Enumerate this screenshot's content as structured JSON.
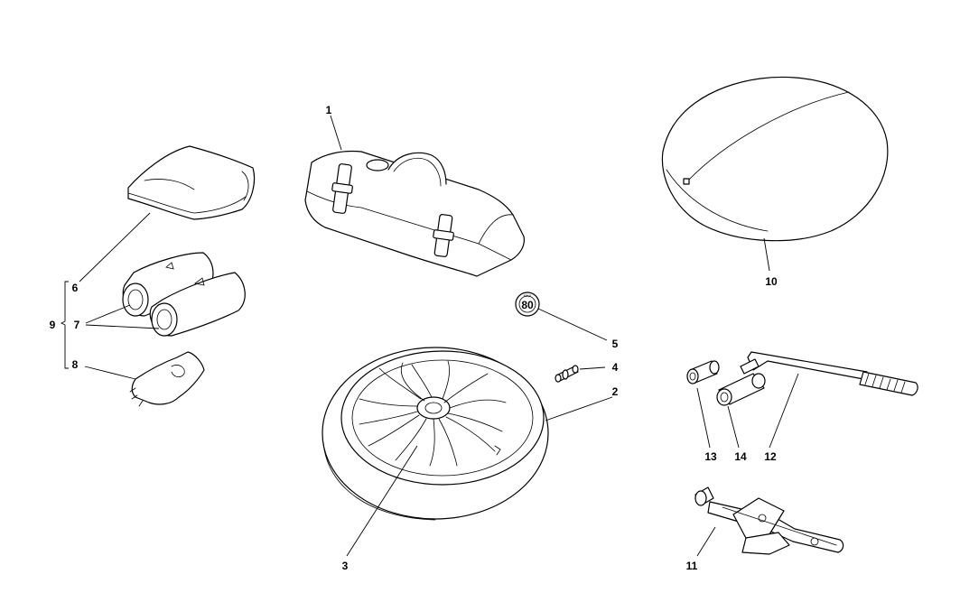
{
  "callouts": {
    "n1": "1",
    "n2": "2",
    "n3": "3",
    "n4": "4",
    "n5": "5",
    "n6": "6",
    "n7": "7",
    "n8": "8",
    "n9": "9",
    "n10": "10",
    "n11": "11",
    "n12": "12",
    "n13": "13",
    "n14": "14"
  },
  "speed_badge": {
    "value": "80",
    "ring_text": "MAX"
  }
}
